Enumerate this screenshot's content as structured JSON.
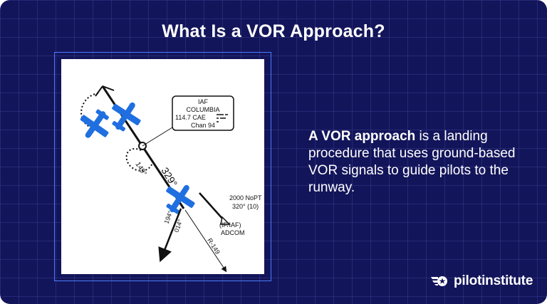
{
  "title": "What Is a VOR Approach?",
  "chart": {
    "iaf_box": {
      "line1": "IAF",
      "line2": "COLUMBIA",
      "line3": "114.7  CAE",
      "line4": "Chan 94"
    },
    "holding_course": "149°",
    "inbound_course": "329°",
    "feeder": {
      "line1": "2000 NoPT",
      "line2": "320° (10)"
    },
    "fix": {
      "line1": "(IF/IAF)",
      "line2": "ADCOM"
    },
    "course_left_1": "194°",
    "course_left_2": "014°",
    "radial": "R-149"
  },
  "description": {
    "lead": "A VOR approach",
    "rest": " is a landing procedure that uses ground-based VOR signals to guide pilots to the runway."
  },
  "brand": {
    "name": "pilotinstitute"
  },
  "colors": {
    "background": "#13155a",
    "accent": "#4a7cff",
    "plane": "#1f6fe0"
  }
}
